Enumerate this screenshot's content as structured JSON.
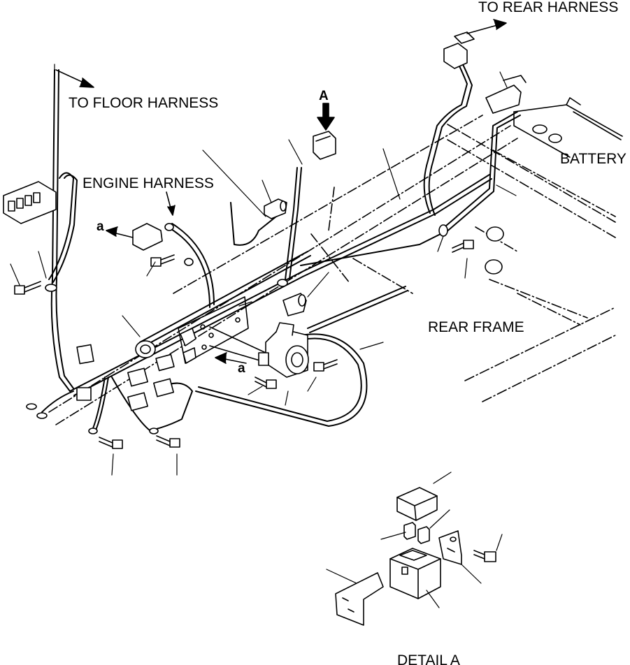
{
  "labels": {
    "to_rear_harness": "TO REAR HARNESS",
    "to_floor_harness": "TO FLOOR HARNESS",
    "engine_harness": "ENGINE HARNESS",
    "battery": "BATTERY",
    "rear_frame": "REAR FRAME",
    "detail_a": "DETAIL A",
    "view_marker": "A",
    "ref_a_1": "a",
    "ref_a_2": "a"
  },
  "colors": {
    "ink": "#000000",
    "paper": "#ffffff"
  }
}
